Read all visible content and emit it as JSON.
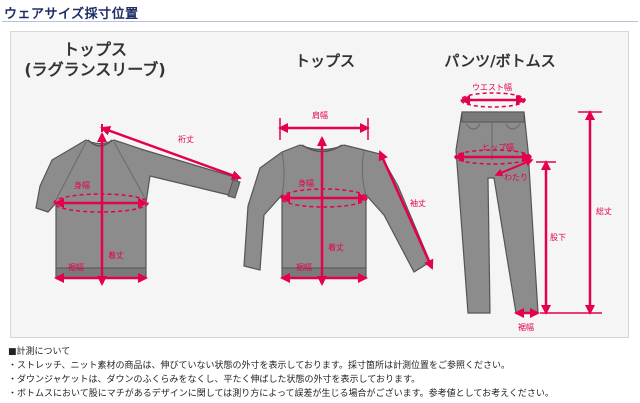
{
  "page": {
    "title": "ウェアサイズ採寸位置"
  },
  "sections": {
    "raglan_title_line1": "トップス",
    "raglan_title_line2": "(ラグランスリーブ)",
    "tops_title": "トップス",
    "pants_title": "パンツ/ボトムス"
  },
  "labels": {
    "yuki": "裄丈",
    "mihaba": "身幅",
    "kitake": "着丈",
    "susohaba": "裾幅",
    "katahaba": "肩幅",
    "sodetake": "袖丈",
    "waist": "ウエスト幅",
    "hip": "ヒップ幅",
    "watari": "わたり",
    "matashita": "股下",
    "soutake": "総丈"
  },
  "notes": {
    "heading": "■計測について",
    "line1": "・ストレッチ、ニット素材の商品は、伸びていない状態の外寸を表示しております。採寸箇所は計測位置をご参照ください。",
    "line2": "・ダウンジャケットは、ダウンのふくらみをなくし、平たく伸ばした状態の外寸を表示しております。",
    "line3": "・ボトムスにおいて股にマチがあるデザインに関しては測り方によって誤差が生じる場合がございます。参考値としてお考えください。"
  },
  "colors": {
    "accent": "#e4004f",
    "garment": "#8a8a8a",
    "title": "#1f2f66"
  }
}
